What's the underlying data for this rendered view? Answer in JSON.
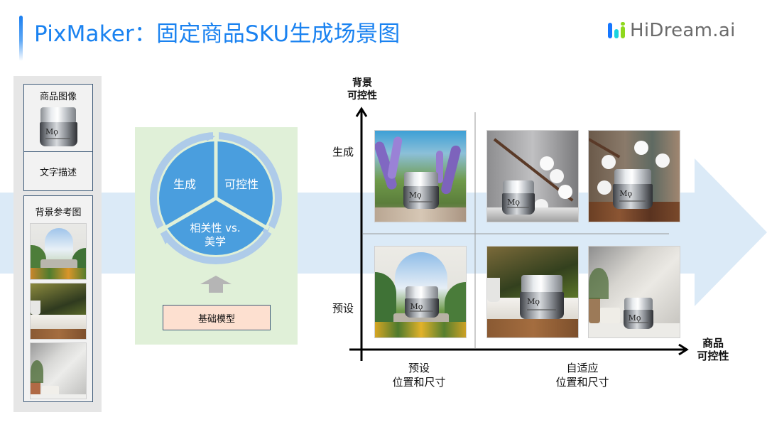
{
  "header": {
    "title": "PixMaker：固定商品SKU生成场景图",
    "title_color": "#1a82f0",
    "logo": {
      "text": "HiDream.ai",
      "bar_colors": [
        "#1677ff",
        "#19d3e0",
        "#8fd81d"
      ]
    }
  },
  "inputs": {
    "product_image": {
      "label": "商品图像",
      "image": "silver-cosmetic-jar"
    },
    "text_description": {
      "label": "文字描述"
    },
    "background_reference": {
      "label": "背景参考图",
      "images": [
        "arch-window-garden-scene",
        "bokeh-table-scene",
        "shadow-wall-towel-scene"
      ]
    }
  },
  "model_diagram": {
    "segments": [
      "生成",
      "可控性",
      "相关性 vs.",
      "美学"
    ],
    "segment_top_left": "生成",
    "segment_top_right": "可控性",
    "segment_bottom_line1": "相关性 vs.",
    "segment_bottom_line2": "美学",
    "base_model_label": "基础模型",
    "colors": {
      "wedge": "#4a9ede",
      "ring": "#aecbe9",
      "panel": "#e0f0d8",
      "base": "#fde0d0"
    }
  },
  "matrix": {
    "y_axis_label_line1": "背景",
    "y_axis_label_line2": "可控性",
    "x_axis_label_line1": "商品",
    "x_axis_label_line2": "可控性",
    "rows": [
      {
        "label": "生成"
      },
      {
        "label": "预设"
      }
    ],
    "columns": [
      {
        "label_line1": "预设",
        "label_line2": "位置和尺寸"
      },
      {
        "label_line1": "自适应",
        "label_line2": "位置和尺寸"
      }
    ],
    "cells": [
      {
        "row": "生成",
        "col": "预设",
        "scene": "lavender-field-jar"
      },
      {
        "row": "生成",
        "col": "自适应",
        "scene": "white-blossom-grey-jar"
      },
      {
        "row": "生成",
        "col": "自适应",
        "scene": "blossom-wood-log-jar"
      },
      {
        "row": "预设",
        "col": "预设",
        "scene": "arch-garden-pedestal-jar"
      },
      {
        "row": "预设",
        "col": "自适应",
        "scene": "bokeh-table-jar-large"
      },
      {
        "row": "预设",
        "col": "自适应",
        "scene": "shadow-wall-jar-small"
      }
    ],
    "jar_brand_mark": "Mϙ"
  }
}
